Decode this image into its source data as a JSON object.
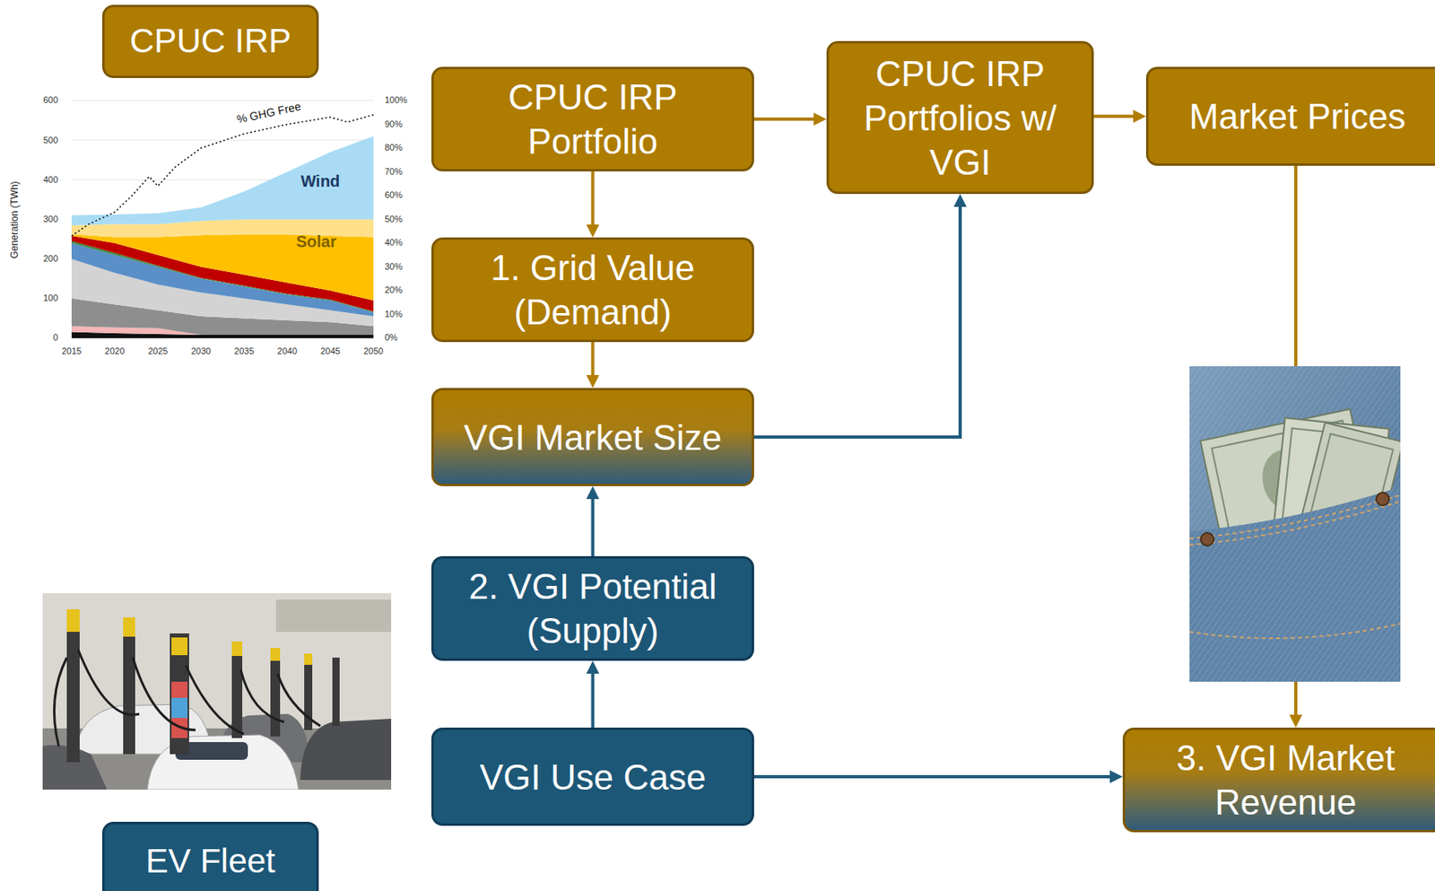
{
  "diagram": {
    "nodes": [
      {
        "text": [
          "CPUC IRP"
        ]
      },
      {
        "text": [
          "CPUC IRP Portfolio"
        ]
      },
      {
        "text": [
          "CPUC IRP Portfolios w/ VGI"
        ]
      },
      {
        "text": [
          "Market Prices"
        ]
      },
      {
        "text": [
          "1. Grid Value (Demand)"
        ]
      },
      {
        "text": [
          "VGI Market Size"
        ]
      },
      {
        "text": [
          "2. VGI Potential (Supply)"
        ]
      },
      {
        "text": [
          "VGI Use Case"
        ]
      },
      {
        "text": [
          "3. VGI Market Revenue"
        ]
      },
      {
        "text": [
          "EV Fleet"
        ]
      }
    ],
    "edges": [
      {
        "from": 1,
        "to": 2,
        "arrow": "to"
      },
      {
        "from": 2,
        "to": 3,
        "arrow": "to"
      },
      {
        "from": 1,
        "to": 4,
        "arrow": "to"
      },
      {
        "from": 4,
        "to": 5,
        "arrow": "to"
      },
      {
        "from": 5,
        "to": 2,
        "arrow": "to"
      },
      {
        "from": 7,
        "to": 6,
        "arrow": "to"
      },
      {
        "from": 6,
        "to": 5,
        "arrow": "to"
      },
      {
        "from": 7,
        "to": 8,
        "arrow": "to"
      },
      {
        "from": 3,
        "to": 8,
        "arrow": "to"
      }
    ],
    "labels": [
      "% GHG Free",
      "Wind",
      "Solar",
      "Generation (TWh)",
      "600",
      "500",
      "400",
      "300",
      "200",
      "100",
      "0",
      "2015",
      "2020",
      "2025",
      "2030",
      "2035",
      "2040",
      "2045",
      "2050",
      "100%",
      "90%",
      "80%",
      "70%",
      "60%",
      "50%",
      "40%",
      "30%",
      "20%",
      "10%",
      "0%"
    ]
  }
}
